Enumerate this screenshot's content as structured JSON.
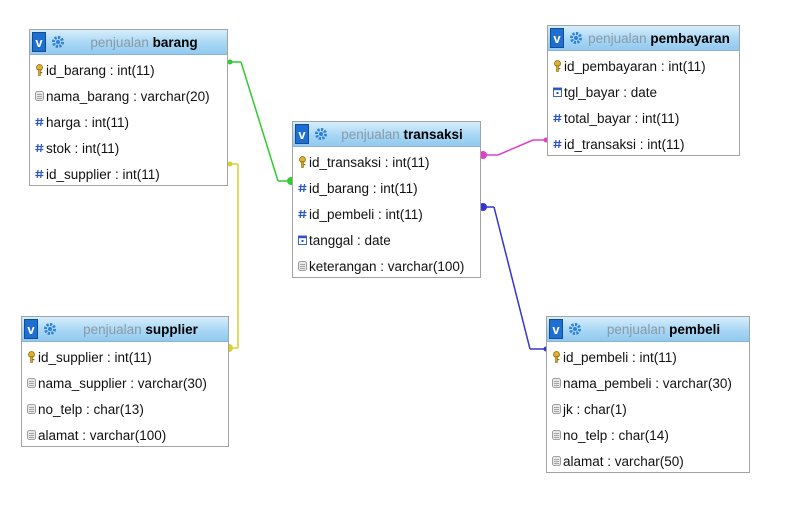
{
  "database": "penjualan",
  "colors": {
    "header_top": "#d7eefb",
    "header_bottom": "#92c9ee",
    "border": "#a3a3a3",
    "link_barang_transaksi": "#2ecc2e",
    "link_barang_supplier": "#d8d030",
    "link_transaksi_pembayaran": "#e040c8",
    "link_transaksi_pembeli": "#3535d0"
  },
  "tables": {
    "barang": {
      "db": "penjualan",
      "name": "barang",
      "columns": [
        {
          "text": "id_barang : int(11)",
          "icon": "key-icon"
        },
        {
          "text": "nama_barang : varchar(20)",
          "icon": "text-column-icon"
        },
        {
          "text": "harga : int(11)",
          "icon": "number-column-icon"
        },
        {
          "text": "stok : int(11)",
          "icon": "number-column-icon"
        },
        {
          "text": "id_supplier : int(11)",
          "icon": "number-column-icon"
        }
      ]
    },
    "supplier": {
      "db": "penjualan",
      "name": "supplier",
      "columns": [
        {
          "text": "id_supplier : int(11)",
          "icon": "key-icon"
        },
        {
          "text": "nama_supplier : varchar(30)",
          "icon": "text-column-icon"
        },
        {
          "text": "no_telp : char(13)",
          "icon": "text-column-icon"
        },
        {
          "text": "alamat : varchar(100)",
          "icon": "text-column-icon"
        }
      ]
    },
    "transaksi": {
      "db": "penjualan",
      "name": "transaksi",
      "columns": [
        {
          "text": "id_transaksi : int(11)",
          "icon": "key-icon"
        },
        {
          "text": "id_barang : int(11)",
          "icon": "number-column-icon"
        },
        {
          "text": "id_pembeli : int(11)",
          "icon": "number-column-icon"
        },
        {
          "text": "tanggal : date",
          "icon": "date-column-icon"
        },
        {
          "text": "keterangan : varchar(100)",
          "icon": "text-column-icon"
        }
      ]
    },
    "pembayaran": {
      "db": "penjualan",
      "name": "pembayaran",
      "columns": [
        {
          "text": "id_pembayaran : int(11)",
          "icon": "key-icon"
        },
        {
          "text": "tgl_bayar : date",
          "icon": "date-column-icon"
        },
        {
          "text": "total_bayar : int(11)",
          "icon": "number-column-icon"
        },
        {
          "text": "id_transaksi : int(11)",
          "icon": "number-column-icon"
        }
      ]
    },
    "pembeli": {
      "db": "penjualan",
      "name": "pembeli",
      "columns": [
        {
          "text": "id_pembeli : int(11)",
          "icon": "key-icon"
        },
        {
          "text": "nama_pembeli : varchar(30)",
          "icon": "text-column-icon"
        },
        {
          "text": "jk : char(1)",
          "icon": "text-column-icon"
        },
        {
          "text": "no_telp : char(14)",
          "icon": "text-column-icon"
        },
        {
          "text": "alamat : varchar(50)",
          "icon": "text-column-icon"
        }
      ]
    }
  },
  "header_buttons": {
    "toggle_label": "v",
    "toggle_icon": "toggle-columns-icon",
    "options_icon": "gear-icon"
  },
  "relations": [
    {
      "from": "barang.id_barang",
      "to": "transaksi.id_barang",
      "color": "#2ecc2e"
    },
    {
      "from": "supplier.id_supplier",
      "to": "barang.id_supplier",
      "color": "#d8d030"
    },
    {
      "from": "transaksi.id_transaksi",
      "to": "pembayaran.id_transaksi",
      "color": "#e040c8"
    },
    {
      "from": "pembeli.id_pembeli",
      "to": "transaksi.id_pembeli",
      "color": "#3535d0"
    }
  ]
}
